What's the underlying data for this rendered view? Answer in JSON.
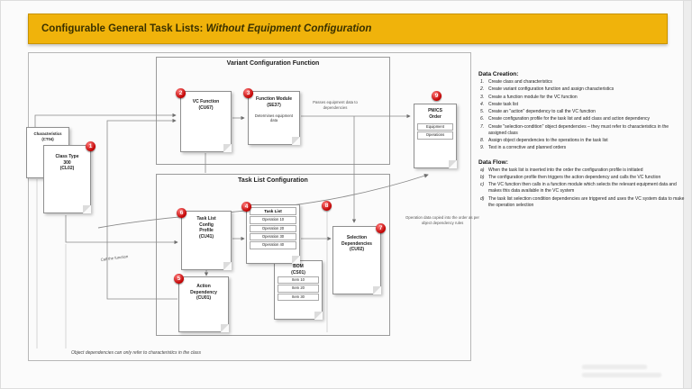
{
  "title": {
    "prefix": "Configurable General Task Lists: ",
    "emphasis": "Without Equipment Configuration"
  },
  "colors": {
    "banner": "#F0B30B",
    "banner_border": "#C79200",
    "badge": "#C00000",
    "doc_border": "#8F8F8F",
    "wire": "#8a8a8a"
  },
  "vc_box": {
    "title": "Variant Configuration Function",
    "vc_function": {
      "badge": "2",
      "line1": "VC Function",
      "line2": "(CU67)"
    },
    "function_module": {
      "badge": "3",
      "line1": "Function Module",
      "line2": "(SE37)",
      "note": "Determines equipment data"
    },
    "passes_label": "Passes equipment data to dependencies"
  },
  "tl_box": {
    "title": "Task List Configuration",
    "config_profile": {
      "badge": "6",
      "line1": "Task List",
      "line2": "Config",
      "line3": "Profile",
      "line4": "(CU41)"
    },
    "action_dependency": {
      "badge": "5",
      "line1": "Action",
      "line2": "Dependency",
      "line3": "(CU01)"
    },
    "task_list": {
      "badge": "4",
      "header": "Task List",
      "rows": [
        "Operation 10",
        "Operation 20",
        "Operation 30",
        "Operation 40"
      ]
    },
    "bom": {
      "line1": "BOM",
      "line2": "(CS01)",
      "rows": [
        "Item 10",
        "Item 20",
        "Item 30"
      ]
    },
    "selection_dependencies": {
      "badge": "7",
      "line1": "Selection",
      "line2": "Dependencies",
      "line3": "(CU02)"
    },
    "assign_badge": "8"
  },
  "left_docs": {
    "characteristics": {
      "line1": "Characteristics",
      "line2": "(CT04)"
    },
    "class_type": {
      "badge": "1",
      "line1": "Class Type",
      "line2": "300",
      "line3": "(CL02)"
    }
  },
  "order_doc": {
    "badge": "9",
    "line1": "PM/CS",
    "line2": "Order",
    "rows": [
      "Equipment",
      "Operations"
    ]
  },
  "labels": {
    "call_function": "Call the function",
    "operation_copy": "Operation data copied into the order as per object dependency rules",
    "bottom_caption": "Object dependencies can only refer to characteristics in the class"
  },
  "data_creation": {
    "heading": "Data Creation:",
    "items": [
      "Create class and characteristics",
      "Create variant configuration function and assign characteristics",
      "Create a function module for the VC function",
      "Create task list",
      "Create an \"action\" dependency to call the VC function",
      "Create configuration profile for the task list and add class and action dependency",
      "Create \"selection-condition\" object dependencies – they must refer to characteristics in the assigned class",
      "Assign object dependencies to the operations in the task list",
      "Test in a corrective and planned orders"
    ]
  },
  "data_flow": {
    "heading": "Data Flow:",
    "items": [
      "When the task list is inserted into the order the configuration profile is initiated",
      "The configuration profile then triggers the action dependency and calls the VC function",
      "The VC function then calls in a function module which selects the relevant equipment data and makes this data available in the VC system",
      "The task list selection condition dependencies are triggered and uses the VC system data to make the operation selection"
    ]
  }
}
